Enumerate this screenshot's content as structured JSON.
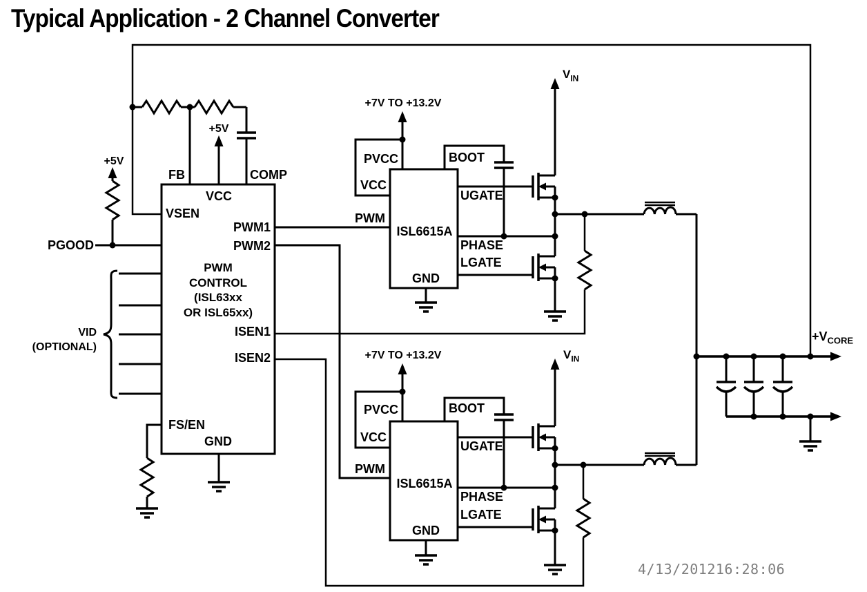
{
  "title": "Typical Application - 2 Channel Converter",
  "left_side": {
    "pullup_supply": "+5V",
    "pgood": "PGOOD",
    "vid": "VID",
    "vid_optional": "(OPTIONAL)"
  },
  "controller": {
    "title_lines": [
      "PWM",
      "CONTROL",
      "(ISL63xx",
      "OR ISL65xx)"
    ],
    "vcc_supply": "+5V",
    "pins": {
      "fb": "FB",
      "vcc": "VCC",
      "comp": "COMP",
      "vsen": "VSEN",
      "pwm1": "PWM1",
      "pwm2": "PWM2",
      "isen1": "ISEN1",
      "isen2": "ISEN2",
      "fs_en": "FS/EN",
      "gnd": "GND"
    }
  },
  "drivers": [
    {
      "name": "ISL6615A",
      "supply": "+7V TO +13.2V",
      "vin": {
        "base": "V",
        "sub": "IN"
      },
      "pins": {
        "pvcc": "PVCC",
        "vcc": "VCC",
        "pwm": "PWM",
        "boot": "BOOT",
        "ugate": "UGATE",
        "phase": "PHASE",
        "lgate": "LGATE",
        "gnd": "GND"
      }
    },
    {
      "name": "ISL6615A",
      "supply": "+7V TO +13.2V",
      "vin": {
        "base": "V",
        "sub": "IN"
      },
      "pins": {
        "pvcc": "PVCC",
        "vcc": "VCC",
        "pwm": "PWM",
        "boot": "BOOT",
        "ugate": "UGATE",
        "phase": "PHASE",
        "lgate": "LGATE",
        "gnd": "GND"
      }
    }
  ],
  "output": {
    "vcore_base": "+V",
    "vcore_sub": "CORE"
  },
  "timestamp": "4/13/201216:28:06",
  "colors": {
    "line": "#000000",
    "timestamp_gray": "#7d7d7d",
    "background": "#ffffff"
  }
}
